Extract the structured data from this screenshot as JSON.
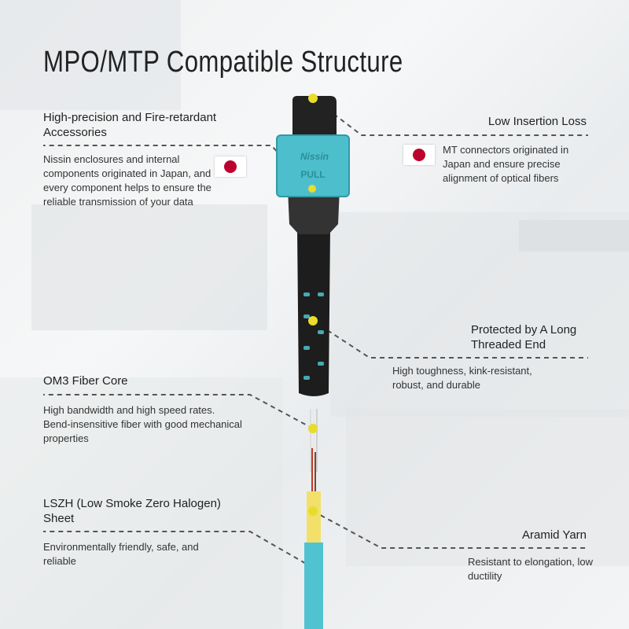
{
  "title": "MPO/MTP Compatible Structure",
  "colors": {
    "accent_dot": "#e8dc2c",
    "cable_aqua": "#4fc3cf",
    "flag_red": "#bc002d"
  },
  "connector": {
    "brand": "Nissin",
    "pull_label": "PULL"
  },
  "features": {
    "accessories": {
      "title": "High-precision and Fire-retardant Accessories",
      "body": "Nissin enclosures and internal components originated in Japan, and every component helps to ensure the reliable transmission of your data",
      "icon": "japan-flag-icon"
    },
    "insertion_loss": {
      "title": "Low Insertion Loss",
      "body": "MT connectors originated in Japan and ensure precise alignment of optical fibers",
      "icon": "japan-flag-icon"
    },
    "threaded_end": {
      "title": "Protected by A Long Threaded End",
      "body": "High toughness, kink-resistant, robust, and durable"
    },
    "fiber_core": {
      "title": "OM3 Fiber Core",
      "body": "High bandwidth and high speed rates. Bend-insensitive fiber with good mechanical properties"
    },
    "lszh": {
      "title": "LSZH (Low Smoke Zero Halogen) Sheet",
      "body": "Environmentally friendly, safe, and reliable"
    },
    "aramid": {
      "title": "Aramid Yarn",
      "body": "Resistant to elongation, low ductility"
    }
  }
}
